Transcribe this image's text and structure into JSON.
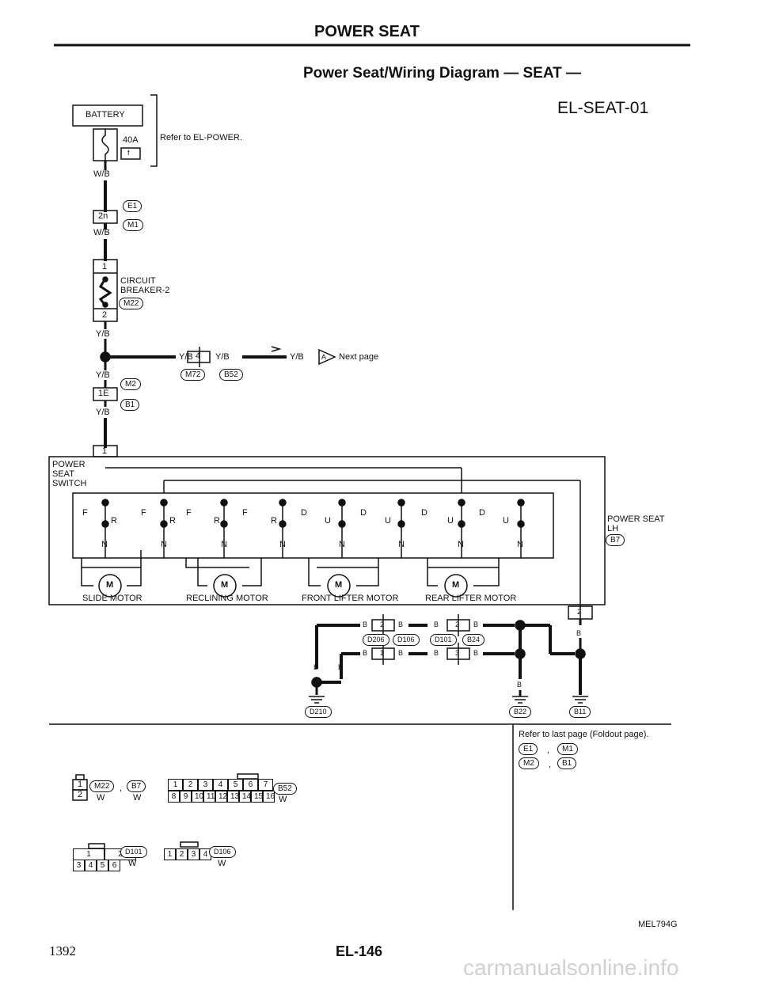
{
  "header": {
    "section": "POWER SEAT",
    "title": "Power Seat/Wiring Diagram — SEAT —",
    "code": "EL-SEAT-01"
  },
  "supply": {
    "battery": "BATTERY",
    "fuse_amp": "40A",
    "fuse_no": "f",
    "refer_power": "Refer to EL-POWER.",
    "wire_wb_1": "W/B",
    "pin_2n": "2n",
    "conn_e1": "E1",
    "conn_m1": "M1",
    "wire_wb_2": "W/B",
    "cb_pin1": "1",
    "cb_label1": "CIRCUIT",
    "cb_label2": "BREAKER-2",
    "conn_m22": "M22",
    "cb_pin2": "2",
    "wire_yb_1": "Y/B",
    "wire_yb_2": "Y/B",
    "pin_4": "4",
    "wire_yb_3": "Y/B",
    "wire_yb_4": "Y/B",
    "pin_a": "A",
    "next_page": "Next page",
    "conn_m72": "M72",
    "conn_b52": "B52",
    "wire_yb_5": "Y/B",
    "conn_m2": "M2",
    "pin_1e": "1E",
    "conn_b1": "B1",
    "wire_yb_6": "Y/B",
    "sw_pin1": "1"
  },
  "switch": {
    "label1": "POWER",
    "label2": "SEAT",
    "label3": "SWITCH",
    "side1": "POWER SEAT",
    "side2": "LH",
    "conn_b7": "B7",
    "letters_top": [
      "F",
      "R",
      "F",
      "R",
      "F",
      "R",
      "F",
      "R",
      "D",
      "U",
      "D",
      "U",
      "D",
      "U",
      "D",
      "U"
    ],
    "letters_n": [
      "N",
      "N",
      "N",
      "N",
      "N",
      "N",
      "N",
      "N"
    ],
    "motor_symbol": "M",
    "motors": [
      "SLIDE MOTOR",
      "RECLINING MOTOR",
      "FRONT LIFTER MOTOR",
      "REAR LIFTER MOTOR"
    ]
  },
  "ground": {
    "wires_b": [
      "B",
      "B",
      "B",
      "B",
      "B",
      "B",
      "B",
      "B",
      "B",
      "B",
      "B",
      "B",
      "B"
    ],
    "pins": [
      "2",
      "2",
      "1",
      "3",
      "2"
    ],
    "conns": [
      "D206",
      "D106",
      "D101",
      "B24"
    ],
    "grounds": [
      "D210",
      "B22",
      "B11"
    ]
  },
  "connectors": {
    "refer_last": "Refer to last page (Foldout page).",
    "list": [
      "E1",
      "M1",
      "M2",
      "B1"
    ],
    "sep": ",",
    "c1_pins": [
      "1",
      "2"
    ],
    "c1_names": [
      "M22",
      "B7"
    ],
    "c1_colors": [
      "W",
      "W"
    ],
    "c2_pins_top": [
      "1",
      "2",
      "3",
      "4",
      "5",
      "6",
      "7"
    ],
    "c2_pins_bot": [
      "8",
      "9",
      "10",
      "11",
      "12",
      "13",
      "14",
      "15",
      "16"
    ],
    "c2_name": "B52",
    "c2_color": "W",
    "c3_pins_top": [
      "1",
      "2"
    ],
    "c3_pins_bot": [
      "3",
      "4",
      "5",
      "6"
    ],
    "c3_name": "D101",
    "c3_color": "W",
    "c4_pins": [
      "1",
      "2",
      "3",
      "4"
    ],
    "c4_name": "D106",
    "c4_color": "W"
  },
  "footer": {
    "figure_code": "MEL794G",
    "page_left": "1392",
    "page_center": "EL-146",
    "watermark": "carmanualsonline.info"
  }
}
